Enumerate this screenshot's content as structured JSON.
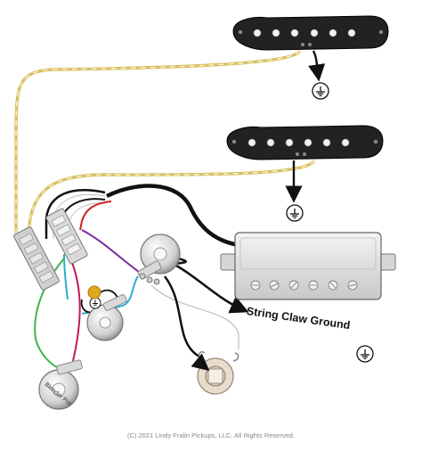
{
  "labels": {
    "string_claw_ground": "String Claw Ground",
    "blender_pot": "Blender Pot",
    "copyright": "(C) 2021 Lindy Fralin Pickups, LLC. All Rights Reserved."
  },
  "components": {
    "pickups": [
      "neck-single-coil",
      "middle-single-coil",
      "bridge-humbucker"
    ],
    "pots": [
      "volume-pot",
      "tone-pot",
      "blender-pot"
    ],
    "switch": "5-way-lever-switch",
    "output": "output-jack",
    "capacitor": "tone-capacitor"
  },
  "colors": {
    "pickup_body": "#222222",
    "humbucker_cover": "#e2e2e2",
    "wire_yellow": "#d8c060",
    "wire_black": "#111111",
    "wire_white": "#f4f4f4",
    "wire_red": "#cc2222",
    "wire_green": "#3ab54a",
    "wire_blue": "#2ab0c8",
    "wire_purple": "#7a2aa0",
    "wire_pink": "#c2185b",
    "capacitor": "#e0a81c"
  }
}
